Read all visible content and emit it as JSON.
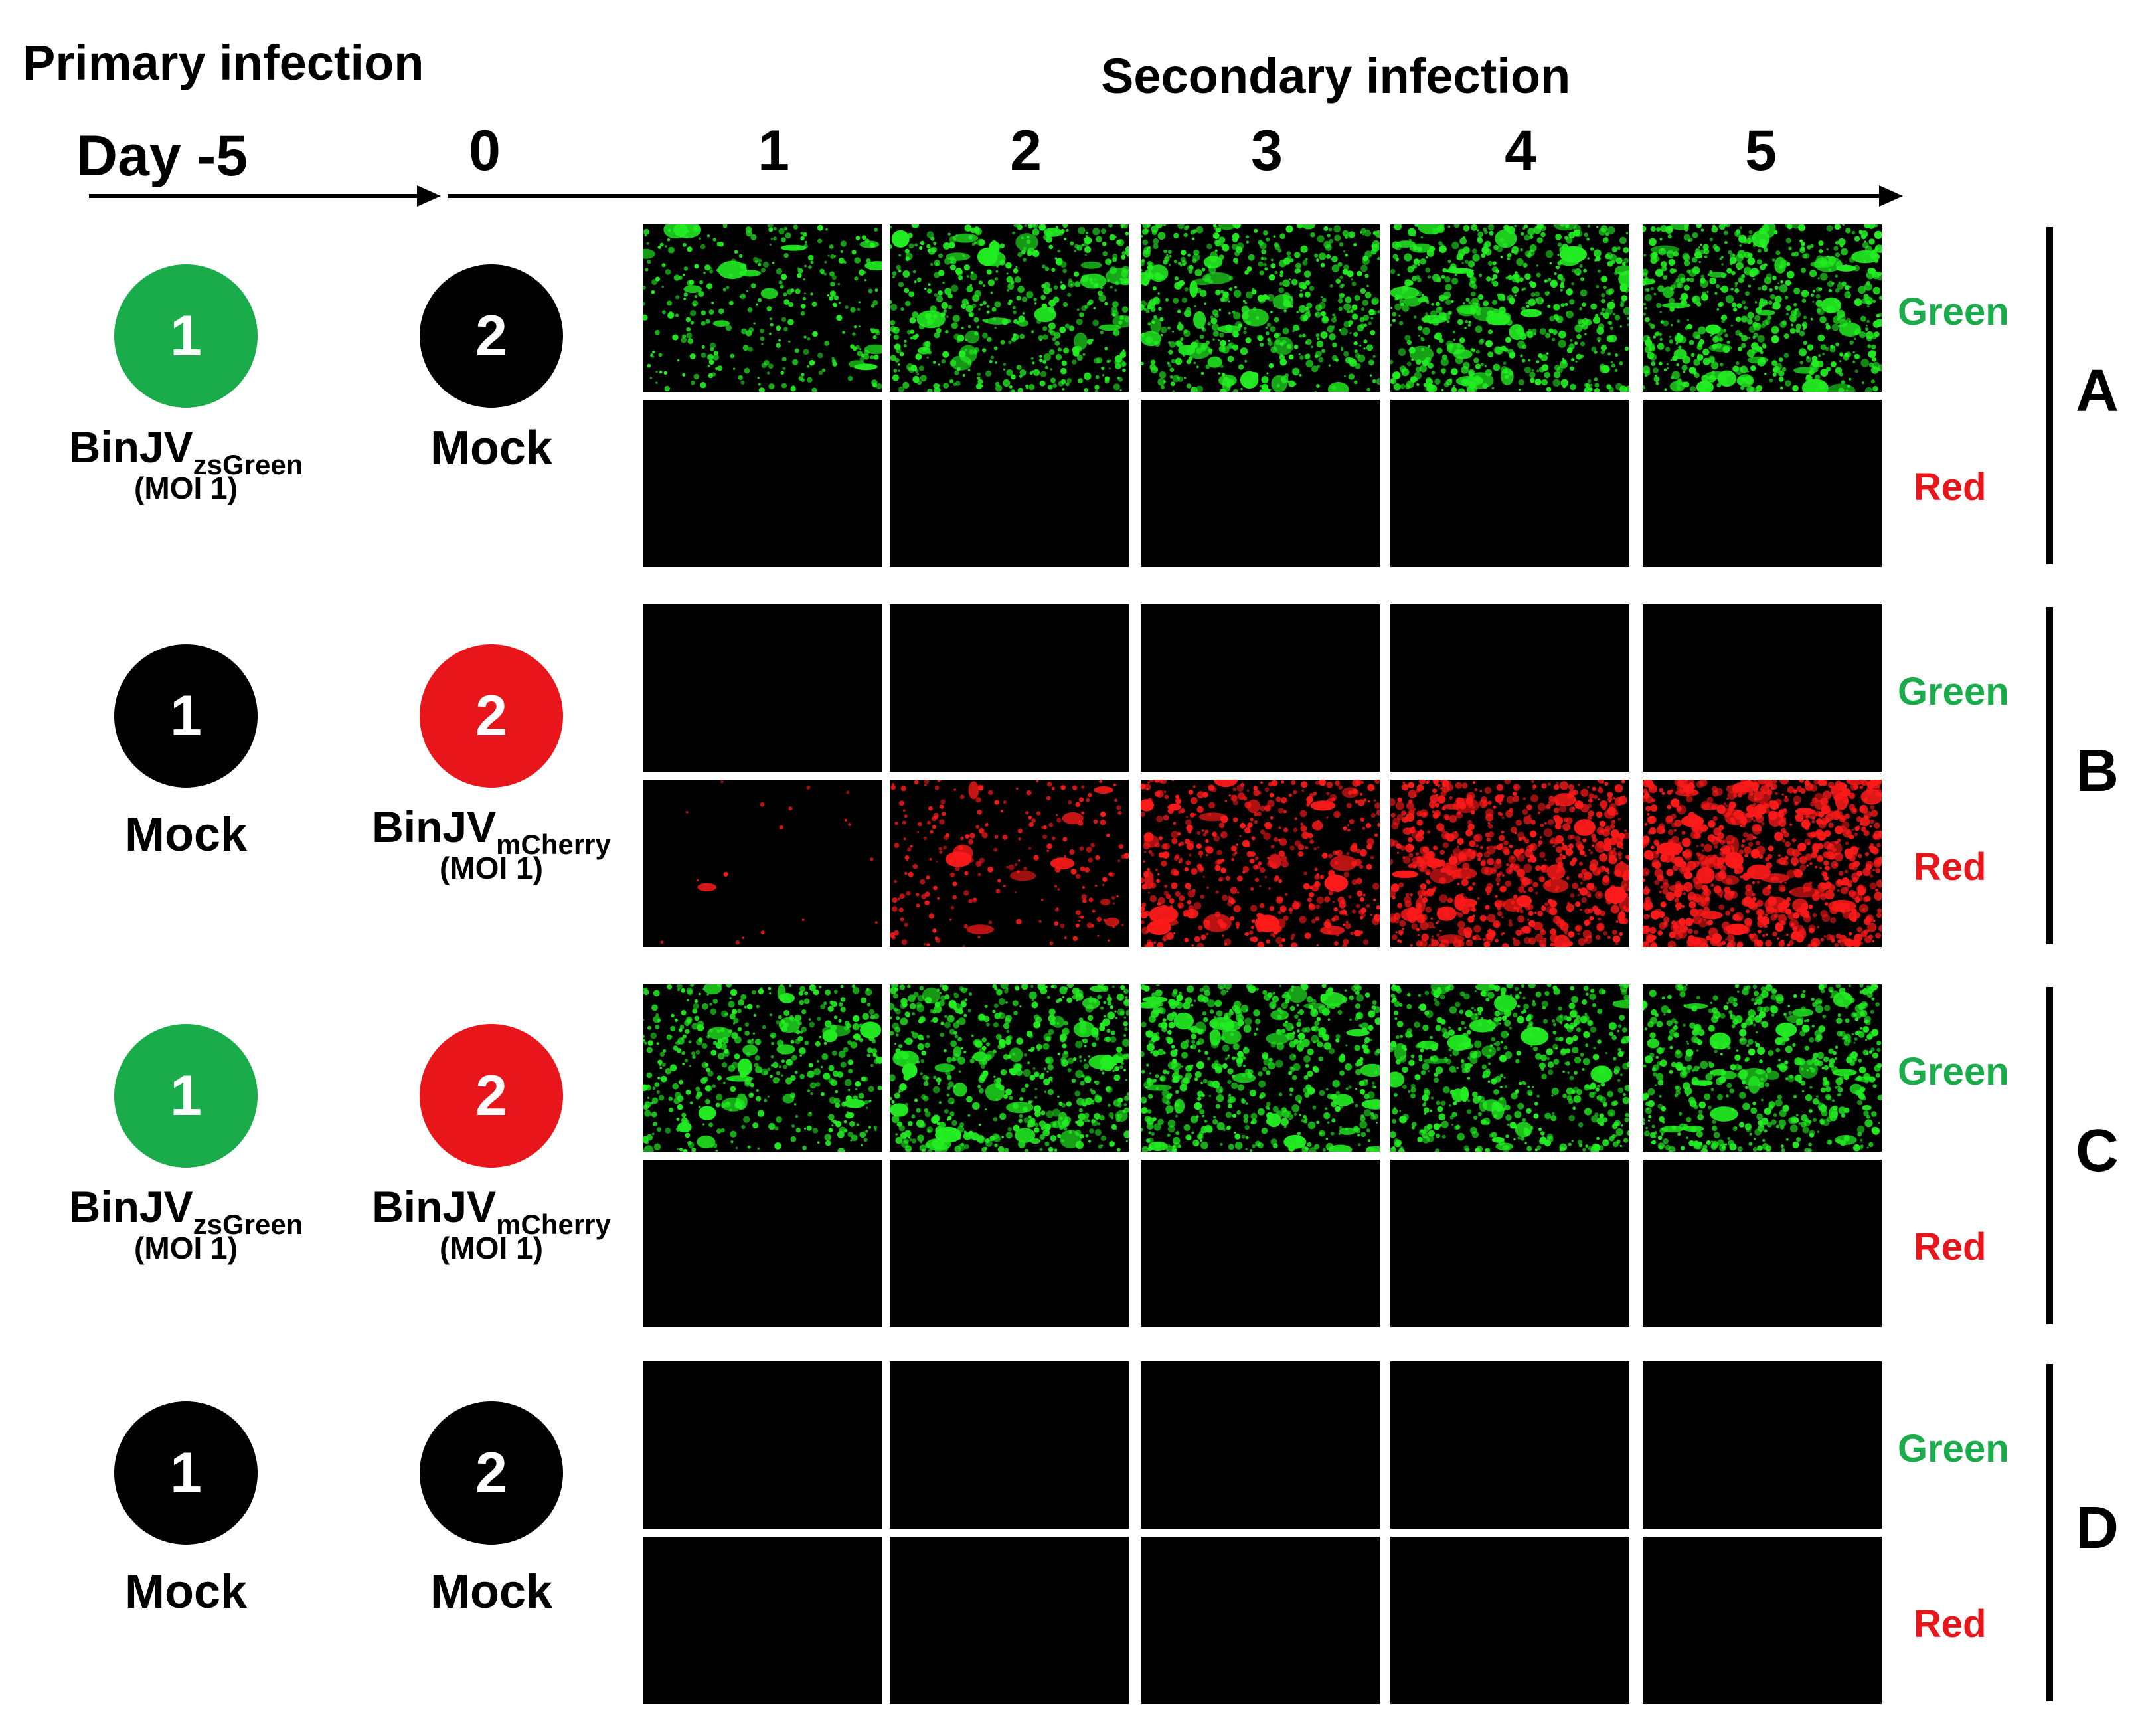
{
  "header": {
    "primary_title": "Primary infection",
    "secondary_title": "Secondary infection",
    "primary_day": "Day -5",
    "days": [
      "0",
      "1",
      "2",
      "3",
      "4",
      "5"
    ]
  },
  "colors": {
    "green": "#1aab4b",
    "red": "#e8151b",
    "black": "#000000",
    "fluor_green": "#22ee22",
    "fluor_red": "#ff1a1a"
  },
  "rows": [
    {
      "letter": "A",
      "circle1": {
        "num": "1",
        "color": "green",
        "label_main": "BinJV",
        "label_sub": "zsGreen",
        "label_moi": "(MOI 1)",
        "mock": ""
      },
      "circle2": {
        "num": "2",
        "color": "black",
        "label_main": "",
        "label_sub": "",
        "label_moi": "",
        "mock": "Mock"
      },
      "green_label": "Green",
      "red_label": "Red",
      "green_intensity": [
        0.35,
        0.55,
        0.6,
        0.65,
        0.7
      ],
      "red_intensity": [
        0,
        0,
        0,
        0,
        0
      ]
    },
    {
      "letter": "B",
      "circle1": {
        "num": "1",
        "color": "black",
        "label_main": "",
        "label_sub": "",
        "label_moi": "",
        "mock": "Mock"
      },
      "circle2": {
        "num": "2",
        "color": "red",
        "label_main": "BinJV",
        "label_sub": "mCherry",
        "label_moi": "(MOI 1)",
        "mock": ""
      },
      "green_label": "Green",
      "red_label": "Red",
      "green_intensity": [
        0,
        0,
        0,
        0,
        0
      ],
      "red_intensity": [
        0.02,
        0.25,
        0.55,
        0.8,
        0.95
      ]
    },
    {
      "letter": "C",
      "circle1": {
        "num": "1",
        "color": "green",
        "label_main": "BinJV",
        "label_sub": "zsGreen",
        "label_moi": "(MOI 1)",
        "mock": ""
      },
      "circle2": {
        "num": "2",
        "color": "red",
        "label_main": "BinJV",
        "label_sub": "mCherry",
        "label_moi": "(MOI 1)",
        "mock": ""
      },
      "green_label": "Green",
      "red_label": "Red",
      "green_intensity": [
        0.5,
        0.65,
        0.65,
        0.6,
        0.65
      ],
      "red_intensity": [
        0,
        0,
        0,
        0,
        0
      ]
    },
    {
      "letter": "D",
      "circle1": {
        "num": "1",
        "color": "black",
        "label_main": "",
        "label_sub": "",
        "label_moi": "",
        "mock": "Mock"
      },
      "circle2": {
        "num": "2",
        "color": "black",
        "label_main": "",
        "label_sub": "",
        "label_moi": "",
        "mock": "Mock"
      },
      "green_label": "Green",
      "red_label": "Red",
      "green_intensity": [
        0,
        0,
        0,
        0,
        0
      ],
      "red_intensity": [
        0,
        0,
        0,
        0,
        0
      ]
    }
  ]
}
